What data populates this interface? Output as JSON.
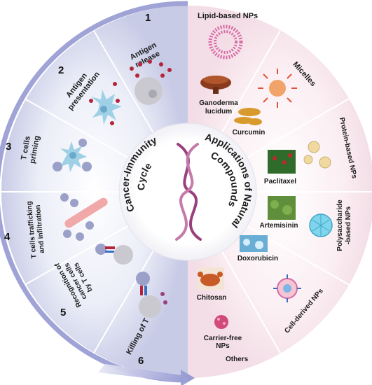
{
  "center": {
    "left_title_line1": "Cancer-Immunity",
    "left_title_line2": "Cycle",
    "right_title_line1": "Applications of Natural",
    "right_title_line2": "Compounds"
  },
  "cycle_steps": [
    {
      "number": "1",
      "line1": "Antigen",
      "line2": "release",
      "line3": ""
    },
    {
      "number": "2",
      "line1": "Antigen",
      "line2": "presentation",
      "line3": ""
    },
    {
      "number": "3",
      "line1": "T cells",
      "line2": "priming",
      "line3": ""
    },
    {
      "number": "4",
      "line1": "T cells trafficking",
      "line2": "and infiltration",
      "line3": ""
    },
    {
      "number": "5",
      "line1": "Recognition of",
      "line2": "cancer cells",
      "line3": "by T cells"
    },
    {
      "number": "6",
      "line1": "Killing of T cells",
      "line2": "",
      "line3": ""
    }
  ],
  "carriers": {
    "lipid": "Lipid-based NPs",
    "micelles": "Micelles",
    "protein_line1": "Protein-based NPs",
    "polysaccharide_line1": "Polysaccharide",
    "polysaccharide_line2": "-based NPs",
    "cell_derived": "Cell-derived NPs",
    "others": "Others",
    "carrier_free_line1": "Carrier-free",
    "carrier_free_line2": "NPs"
  },
  "compounds": {
    "ganoderma_line1": "Ganoderma",
    "ganoderma_line2": "lucidum",
    "curcumin": "Curcumin",
    "paclitaxel": "Paclitaxel",
    "artemisinin": "Artemisinin",
    "doxorubicin": "Doxorubicin",
    "chitosan": "Chitosan"
  },
  "colors": {
    "left_ring": "#d9dbef",
    "right_panel": "#f7e8ee",
    "arrow": "#9fa3d6",
    "helix": "#9a3f7e",
    "cell_gray": "#b8b8c0",
    "dendritic": "#9fd0e6",
    "red_dot": "#b2263a"
  }
}
